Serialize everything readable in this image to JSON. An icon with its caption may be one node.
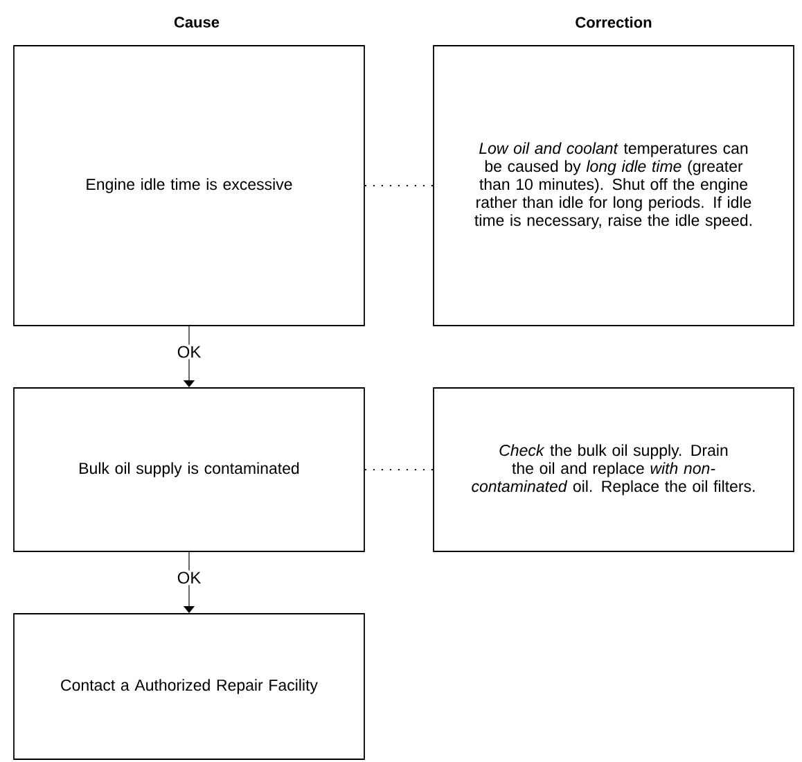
{
  "diagram": {
    "nodes": [
      {
        "text": [
          "Engine idle time is excessive"
        ]
      },
      {
        "text": [
          "*Low oil and coolant* temperatures can be caused by *long idle time* (greater than 10 minutes). Shut off the engine rather than idle for long periods. If idle time is necessary, raise the idle speed."
        ]
      },
      {
        "text": [
          "Bulk oil supply is contaminated"
        ]
      },
      {
        "text": [
          "*Check* the bulk oil supply. Drain the oil and replace *with non-contaminated* oil. Replace the oil filters."
        ]
      },
      {
        "text": [
          "Contact a Authorized Repair Facility"
        ]
      }
    ],
    "edges": [
      {
        "from": 0,
        "to": 1,
        "arrow": "none",
        "style": "dashed"
      },
      {
        "from": 0,
        "to": 2,
        "arrow": "to",
        "label": "OK"
      },
      {
        "from": 2,
        "to": 3,
        "arrow": "none",
        "style": "dashed"
      },
      {
        "from": 2,
        "to": 4,
        "arrow": "to",
        "label": "OK"
      }
    ],
    "labels": [
      "Cause",
      "Correction"
    ]
  }
}
